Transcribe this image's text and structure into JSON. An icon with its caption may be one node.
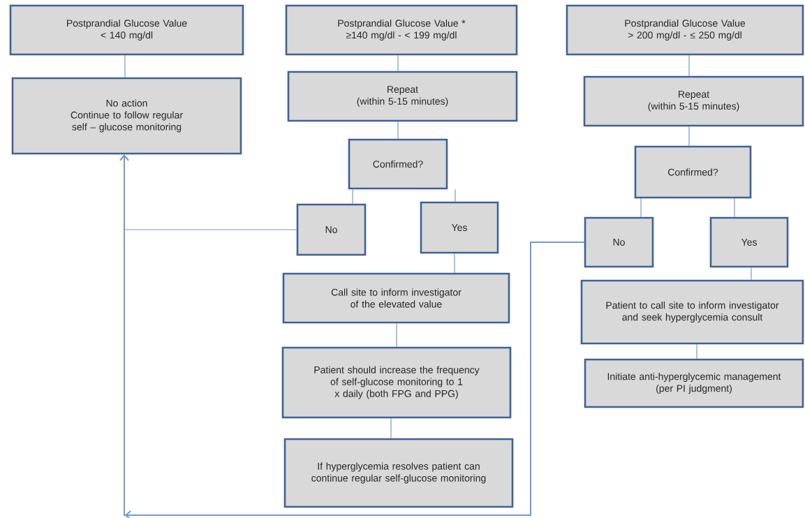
{
  "diagram": {
    "nodes": [
      {
        "text": [
          "Postprandial Glucose Value",
          "< 140 mg/dl"
        ]
      },
      {
        "text": [
          "No action",
          "Continue to follow regular self – glucose monitoring"
        ]
      },
      {
        "text": [
          "Postprandial Glucose Value *",
          "≥140 mg/dl  - < 199 mg/dl"
        ]
      },
      {
        "text": [
          "Repeat",
          "(within 5-15 minutes)"
        ]
      },
      {
        "text": [
          "Confirmed?"
        ]
      },
      {
        "text": [
          "No"
        ]
      },
      {
        "text": [
          "Yes"
        ]
      },
      {
        "text": [
          "Call site to inform investigator of the elevated value"
        ]
      },
      {
        "text": [
          "Patient should increase the frequency of self-glucose monitoring to  1  x daily (both FPG and PPG)"
        ]
      },
      {
        "text": [
          "If hyperglycemia resolves patient can continue   regular self-glucose monitoring"
        ]
      },
      {
        "text": [
          "Postprandial Glucose Value",
          "> 200 mg/dl  - ≤ 250 mg/dl"
        ]
      },
      {
        "text": [
          "Repeat",
          "(within 5-15 minutes)"
        ]
      },
      {
        "text": [
          "Confirmed?"
        ]
      },
      {
        "text": [
          "No"
        ]
      },
      {
        "text": [
          "Yes"
        ]
      },
      {
        "text": [
          "Patient to call site to inform investigator and seek hyperglycemia consult"
        ]
      },
      {
        "text": [
          "Initiate anti-hyperglycemic management",
          "(per PI judgment)"
        ]
      }
    ],
    "edges": [
      {
        "from": 0,
        "to": 1,
        "arrow": "none"
      },
      {
        "from": 2,
        "to": 3,
        "arrow": "none"
      },
      {
        "from": 3,
        "to": 4,
        "arrow": "none"
      },
      {
        "from": 4,
        "to": 5,
        "arrow": "none"
      },
      {
        "from": 4,
        "to": 6,
        "arrow": "none"
      },
      {
        "from": 6,
        "to": 7,
        "arrow": "none"
      },
      {
        "from": 7,
        "to": 8,
        "arrow": "none"
      },
      {
        "from": 8,
        "to": 9,
        "arrow": "none"
      },
      {
        "from": 5,
        "to": 1,
        "arrow": "to"
      },
      {
        "from": 10,
        "to": 11,
        "arrow": "none"
      },
      {
        "from": 11,
        "to": 12,
        "arrow": "none"
      },
      {
        "from": 12,
        "to": 13,
        "arrow": "none"
      },
      {
        "from": 12,
        "to": 14,
        "arrow": "none"
      },
      {
        "from": 14,
        "to": 15,
        "arrow": "none"
      },
      {
        "from": 15,
        "to": 16,
        "arrow": "none"
      },
      {
        "from": 13,
        "to": 1,
        "arrow": "to"
      }
    ]
  }
}
